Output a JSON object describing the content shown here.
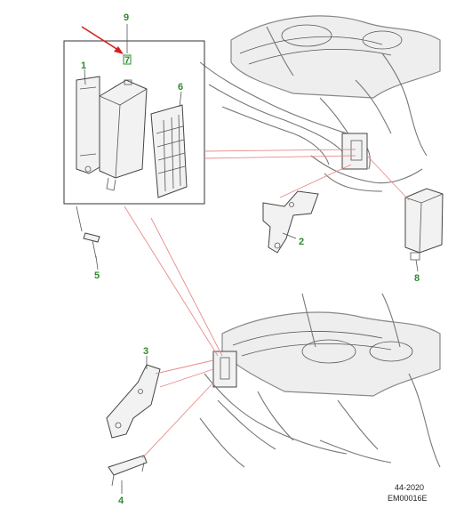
{
  "callouts": {
    "c1": "1",
    "c2": "2",
    "c3": "3",
    "c4": "4",
    "c5": "5",
    "c6": "6",
    "c7": "7",
    "c8": "8",
    "c9": "9"
  },
  "footer": {
    "code_top": "44-2020",
    "code_bottom": "EM00016E"
  },
  "colors": {
    "callout": "#2e8b2e",
    "leader_dashed": "#e88a8a",
    "arrow": "#d42020"
  }
}
